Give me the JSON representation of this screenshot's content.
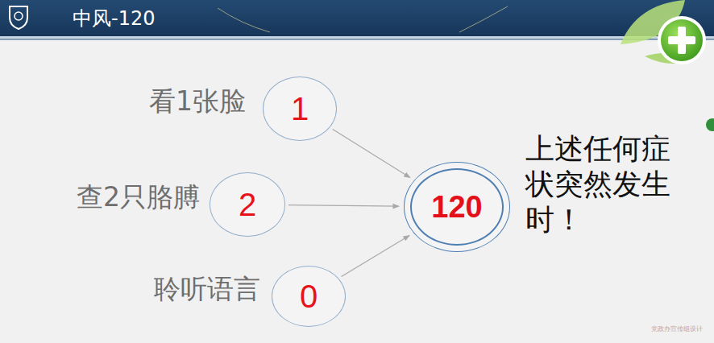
{
  "diagram": {
    "title": "中风-120",
    "nodes": [
      {
        "text": [
          "看1张脸",
          "1"
        ]
      },
      {
        "text": [
          "查2只胳膊",
          "2"
        ]
      },
      {
        "text": [
          "聆听语言",
          "0"
        ]
      },
      {
        "text": [
          "120"
        ]
      }
    ],
    "edges": [
      {
        "from": 0,
        "to": 3,
        "arrow": "to"
      },
      {
        "from": 1,
        "to": 3,
        "arrow": "to"
      },
      {
        "from": 2,
        "to": 3,
        "arrow": "to"
      }
    ],
    "labels": [
      "上述任何症状突然发生时！",
      "党政办宣传组设计"
    ]
  }
}
